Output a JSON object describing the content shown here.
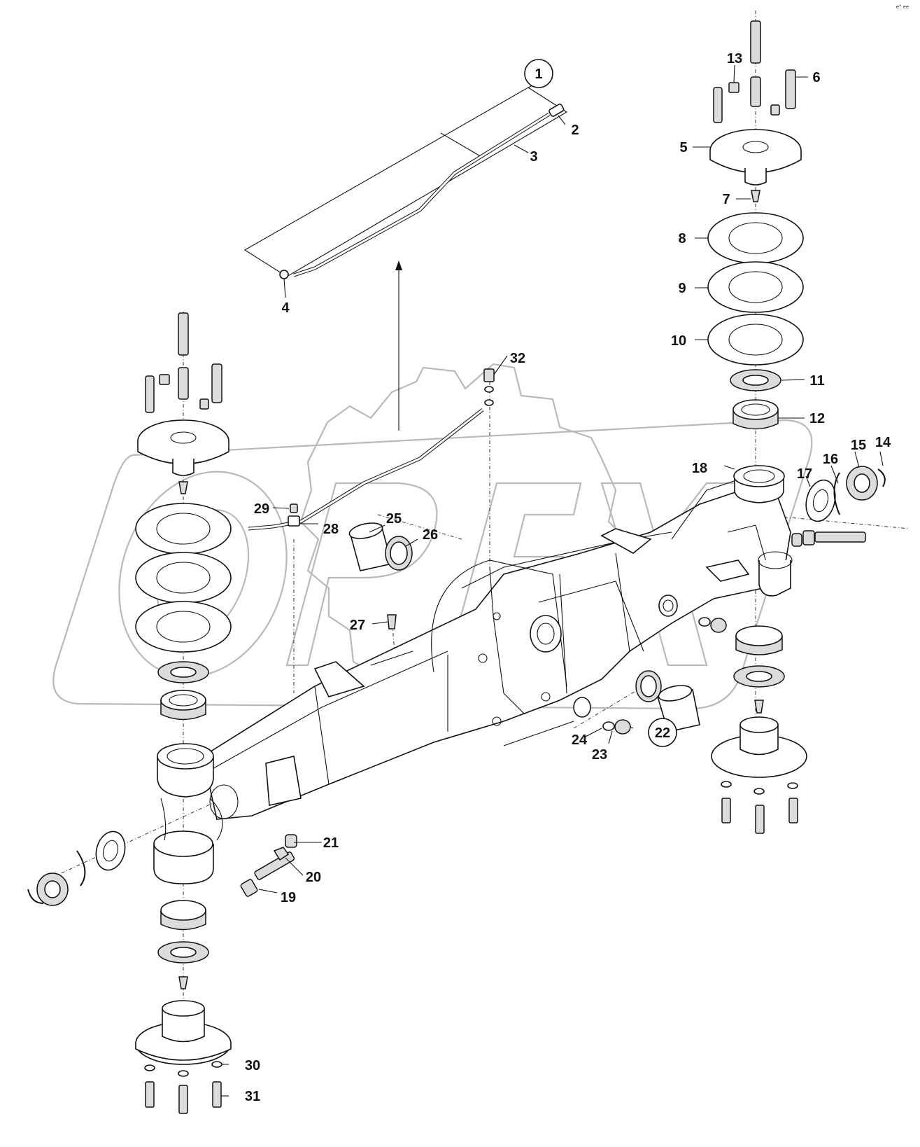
{
  "diagram": {
    "corner_mark": "e° ee",
    "watermark": "OPEX",
    "callouts": [
      {
        "id": "c1",
        "text": "1",
        "circled": true
      },
      {
        "id": "c2",
        "text": "2"
      },
      {
        "id": "c3",
        "text": "3"
      },
      {
        "id": "c4",
        "text": "4"
      },
      {
        "id": "c5",
        "text": "5"
      },
      {
        "id": "c6",
        "text": "6"
      },
      {
        "id": "c7",
        "text": "7"
      },
      {
        "id": "c8",
        "text": "8"
      },
      {
        "id": "c9",
        "text": "9"
      },
      {
        "id": "c10",
        "text": "10"
      },
      {
        "id": "c11",
        "text": "11"
      },
      {
        "id": "c12",
        "text": "12"
      },
      {
        "id": "c13",
        "text": "13"
      },
      {
        "id": "c14",
        "text": "14"
      },
      {
        "id": "c15",
        "text": "15"
      },
      {
        "id": "c16",
        "text": "16"
      },
      {
        "id": "c17",
        "text": "17"
      },
      {
        "id": "c18",
        "text": "18"
      },
      {
        "id": "c19",
        "text": "19"
      },
      {
        "id": "c20",
        "text": "20"
      },
      {
        "id": "c21",
        "text": "21"
      },
      {
        "id": "c22",
        "text": "22",
        "circled": true
      },
      {
        "id": "c23",
        "text": "23"
      },
      {
        "id": "c24",
        "text": "24"
      },
      {
        "id": "c25",
        "text": "25"
      },
      {
        "id": "c26",
        "text": "26"
      },
      {
        "id": "c27",
        "text": "27"
      },
      {
        "id": "c28",
        "text": "28"
      },
      {
        "id": "c29",
        "text": "29"
      },
      {
        "id": "c30",
        "text": "30"
      },
      {
        "id": "c31",
        "text": "31"
      },
      {
        "id": "c32",
        "text": "32"
      }
    ]
  }
}
